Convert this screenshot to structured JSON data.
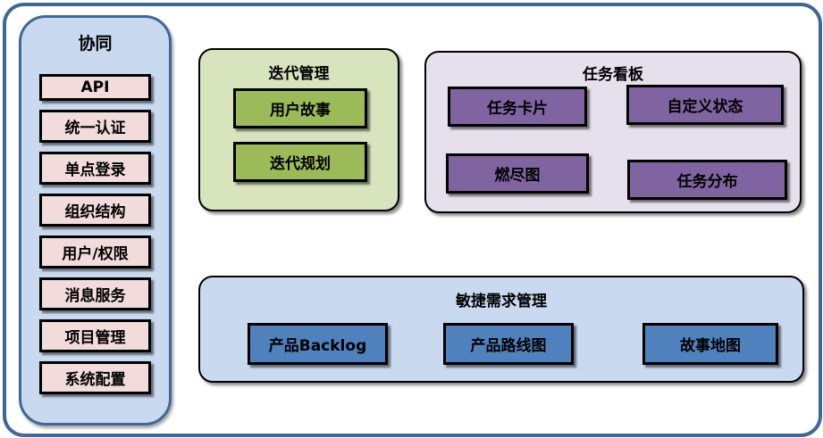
{
  "diagram": {
    "sidebar": {
      "title": "协同",
      "items": [
        "API",
        "统一认证",
        "单点登录",
        "组织结构",
        "用户/权限",
        "消息服务",
        "项目管理",
        "系统配置"
      ]
    },
    "iteration": {
      "title": "迭代管理",
      "items": [
        "用户故事",
        "迭代规划"
      ]
    },
    "kanban": {
      "title": "任务看板",
      "items": [
        "任务卡片",
        "自定义状态",
        "燃尽图",
        "任务分布"
      ]
    },
    "agile": {
      "title": "敏捷需求管理",
      "items": [
        "产品Backlog",
        "产品路线图",
        "故事地图"
      ]
    },
    "colors": {
      "frame_border": "#3f6899",
      "sidebar_bg": "#c9d9f0",
      "sidebar_item_bg": "#f2dcdb",
      "iteration_bg": "#d7e4bc",
      "iteration_item_bg": "#9bbb59",
      "kanban_bg": "#e5e0ec",
      "kanban_item_bg": "#8064a2",
      "agile_bg": "#c9d9f0",
      "agile_item_bg": "#4f81bd",
      "node_border": "#000000",
      "text": "#000000"
    }
  }
}
